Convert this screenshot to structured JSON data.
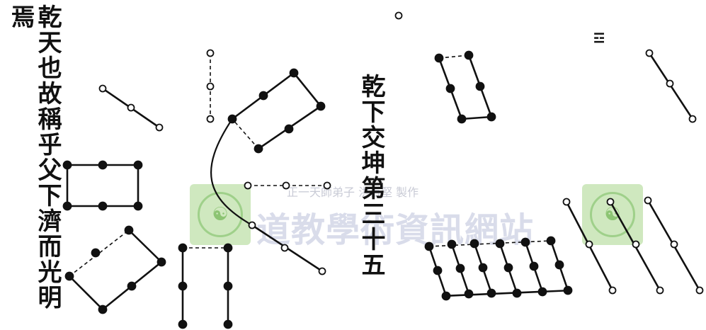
{
  "left_caption": "乾天也故稱乎父下濟而光明焉",
  "center_title": "乾下交坤第三十五",
  "top_mark": "☲",
  "watermark": {
    "site_name": "道教學術資訊網站",
    "credit": "正一天師弟子 洪百堅 製作",
    "logo_glyph": "☯"
  },
  "colors": {
    "ink": "#111111",
    "watermark_green": "#cfe8bf",
    "watermark_text": "#d9dcea"
  }
}
